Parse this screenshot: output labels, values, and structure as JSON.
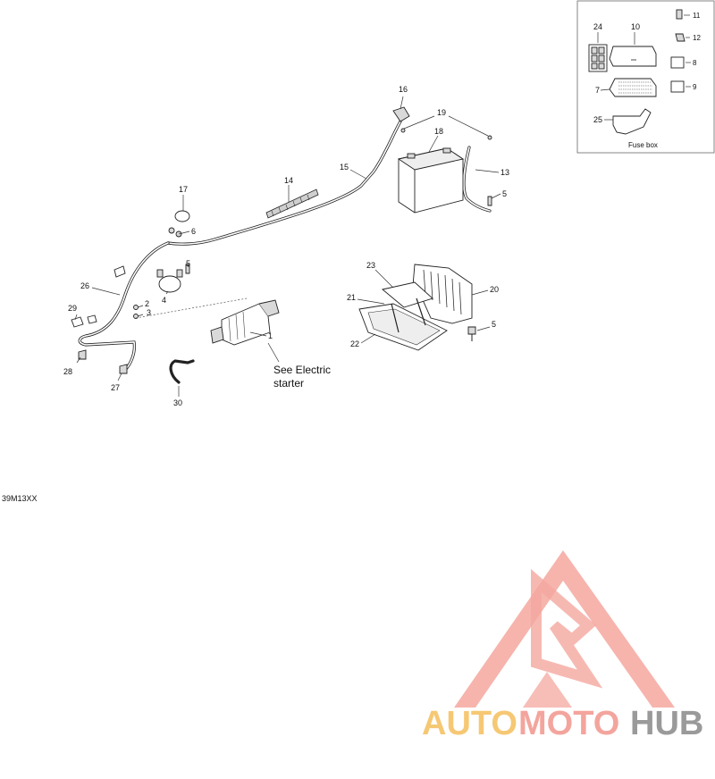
{
  "figure_code": "39M13XX",
  "callouts": {
    "c1": "1",
    "c2": "2",
    "c3": "3",
    "c4": "4",
    "c5a": "5",
    "c5b": "5",
    "c5c": "5",
    "c6": "6",
    "c7": "7",
    "c8": "8",
    "c9": "9",
    "c10": "10",
    "c11": "11",
    "c12": "12",
    "c13": "13",
    "c14": "14",
    "c15": "15",
    "c16": "16",
    "c17": "17",
    "c18": "18",
    "c19": "19",
    "c20": "20",
    "c21": "21",
    "c22": "22",
    "c23": "23",
    "c24": "24",
    "c25": "25",
    "c26": "26",
    "c27": "27",
    "c28": "28",
    "c29": "29",
    "c30": "30"
  },
  "notes": {
    "see_electric_line1": "See Electric",
    "see_electric_line2": "starter"
  },
  "inset": {
    "caption": "Fuse box"
  },
  "watermark": {
    "part1": "AUTO",
    "part2": "MOTO",
    "part3": "HUB",
    "color_auto": "#f6c874",
    "color_moto": "#f3a59d",
    "color_hub": "#9a9a9a",
    "logo_color": "#f4a79f"
  }
}
